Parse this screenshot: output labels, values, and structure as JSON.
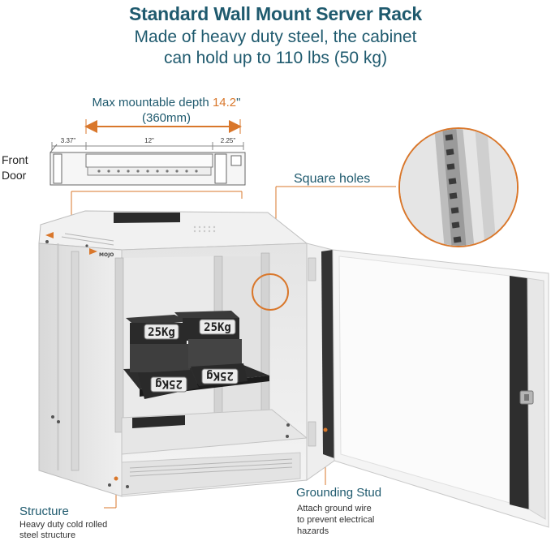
{
  "header": {
    "title": "Standard Wall Mount Server Rack",
    "subtitle_line1": "Made of heavy duty steel, the cabinet",
    "subtitle_line2": "can hold up to 110 lbs (50 kg)"
  },
  "depth": {
    "prefix": "Max mountable depth ",
    "value": "14.2",
    "suffix": "\"",
    "metric": "(360mm)"
  },
  "dimensions": {
    "left": "3.37\"",
    "middle": "12\"",
    "right": "2.25\""
  },
  "labels": {
    "front_door_line1": "Front",
    "front_door_line2": "Door",
    "square_holes": "Square holes",
    "grounding_title": "Grounding Stud",
    "grounding_desc_line1": "Attach ground wire",
    "grounding_desc_line2": "to prevent electrical",
    "grounding_desc_line3": "hazards",
    "structure_title": "Structure",
    "structure_desc_line1": "Heavy duty cold rolled",
    "structure_desc_line2": "steel structure"
  },
  "weights": {
    "label": "25Kg"
  },
  "brand": {
    "logo_text": "MOJO"
  },
  "colors": {
    "accent": "#d9772b",
    "heading": "#1f5a6e",
    "cabinet": "#e9e9e9",
    "weight": "#2a2a2a"
  }
}
